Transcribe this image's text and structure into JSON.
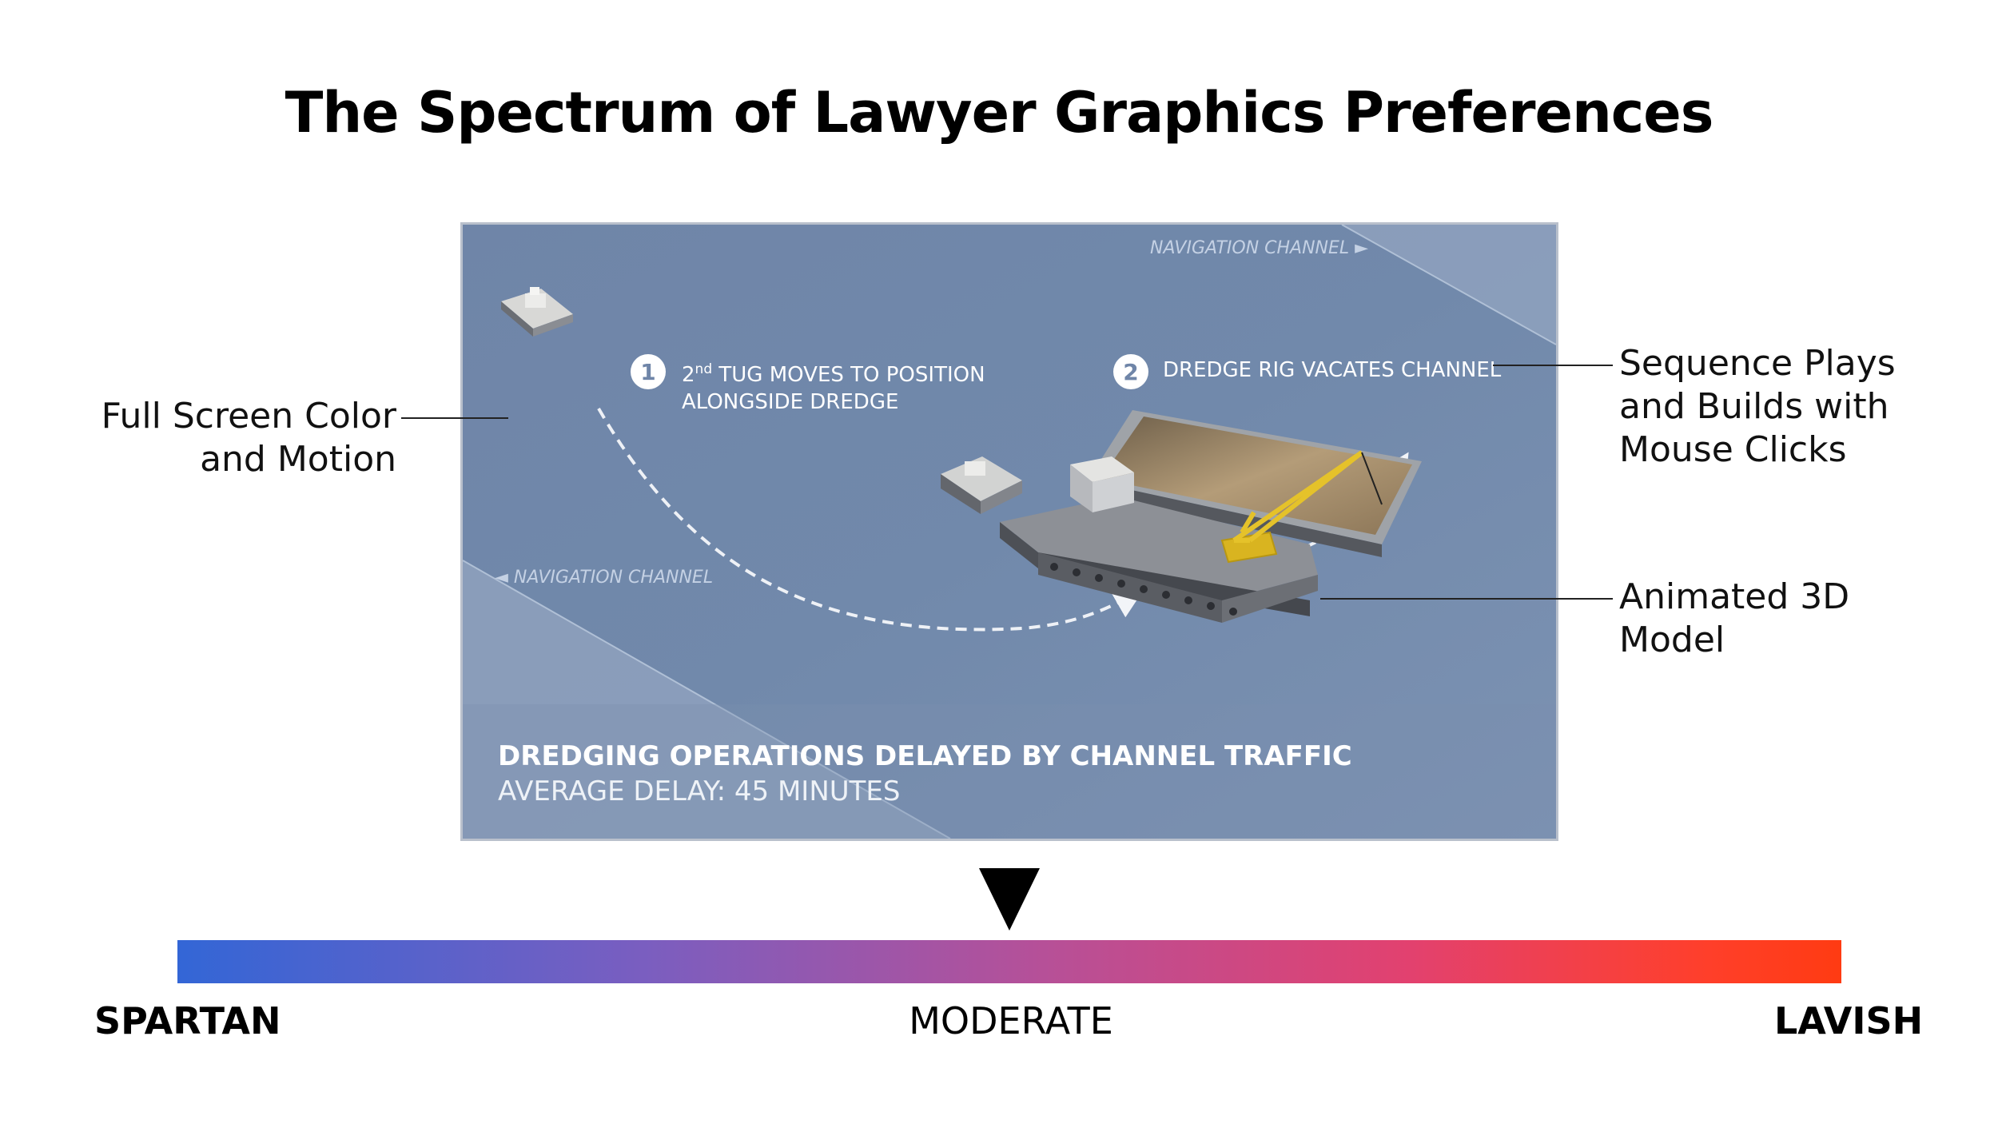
{
  "title": "The Spectrum of Lawyer Graphics Preferences",
  "image": {
    "nav_channel_top": "NAVIGATION CHANNEL ►",
    "nav_channel_left": "◄ NAVIGATION CHANNEL",
    "step1_number": "1",
    "step1_line1_pre": "2",
    "step1_line1_sup": "nd",
    "step1_line1_post": " TUG MOVES TO POSITION",
    "step1_line2": "ALONGSIDE DREDGE",
    "step2_number": "2",
    "step2_text": "DREDGE RIG VACATES CHANNEL",
    "caption_title": "DREDGING OPERATIONS DELAYED BY CHANNEL TRAFFIC",
    "caption_sub": "AVERAGE DELAY: 45 MINUTES"
  },
  "callouts": {
    "left": [
      "Full Screen Color",
      "and Motion"
    ],
    "right_top": [
      "Sequence Plays",
      "and Builds with",
      "Mouse Clicks"
    ],
    "right_bottom": [
      "Animated 3D",
      "Model"
    ]
  },
  "scale": {
    "left": "SPARTAN",
    "middle": "MODERATE",
    "right": "LAVISH",
    "position": 0.5,
    "colors": [
      "#3366d6",
      "#b65098",
      "#ff3b12"
    ]
  }
}
